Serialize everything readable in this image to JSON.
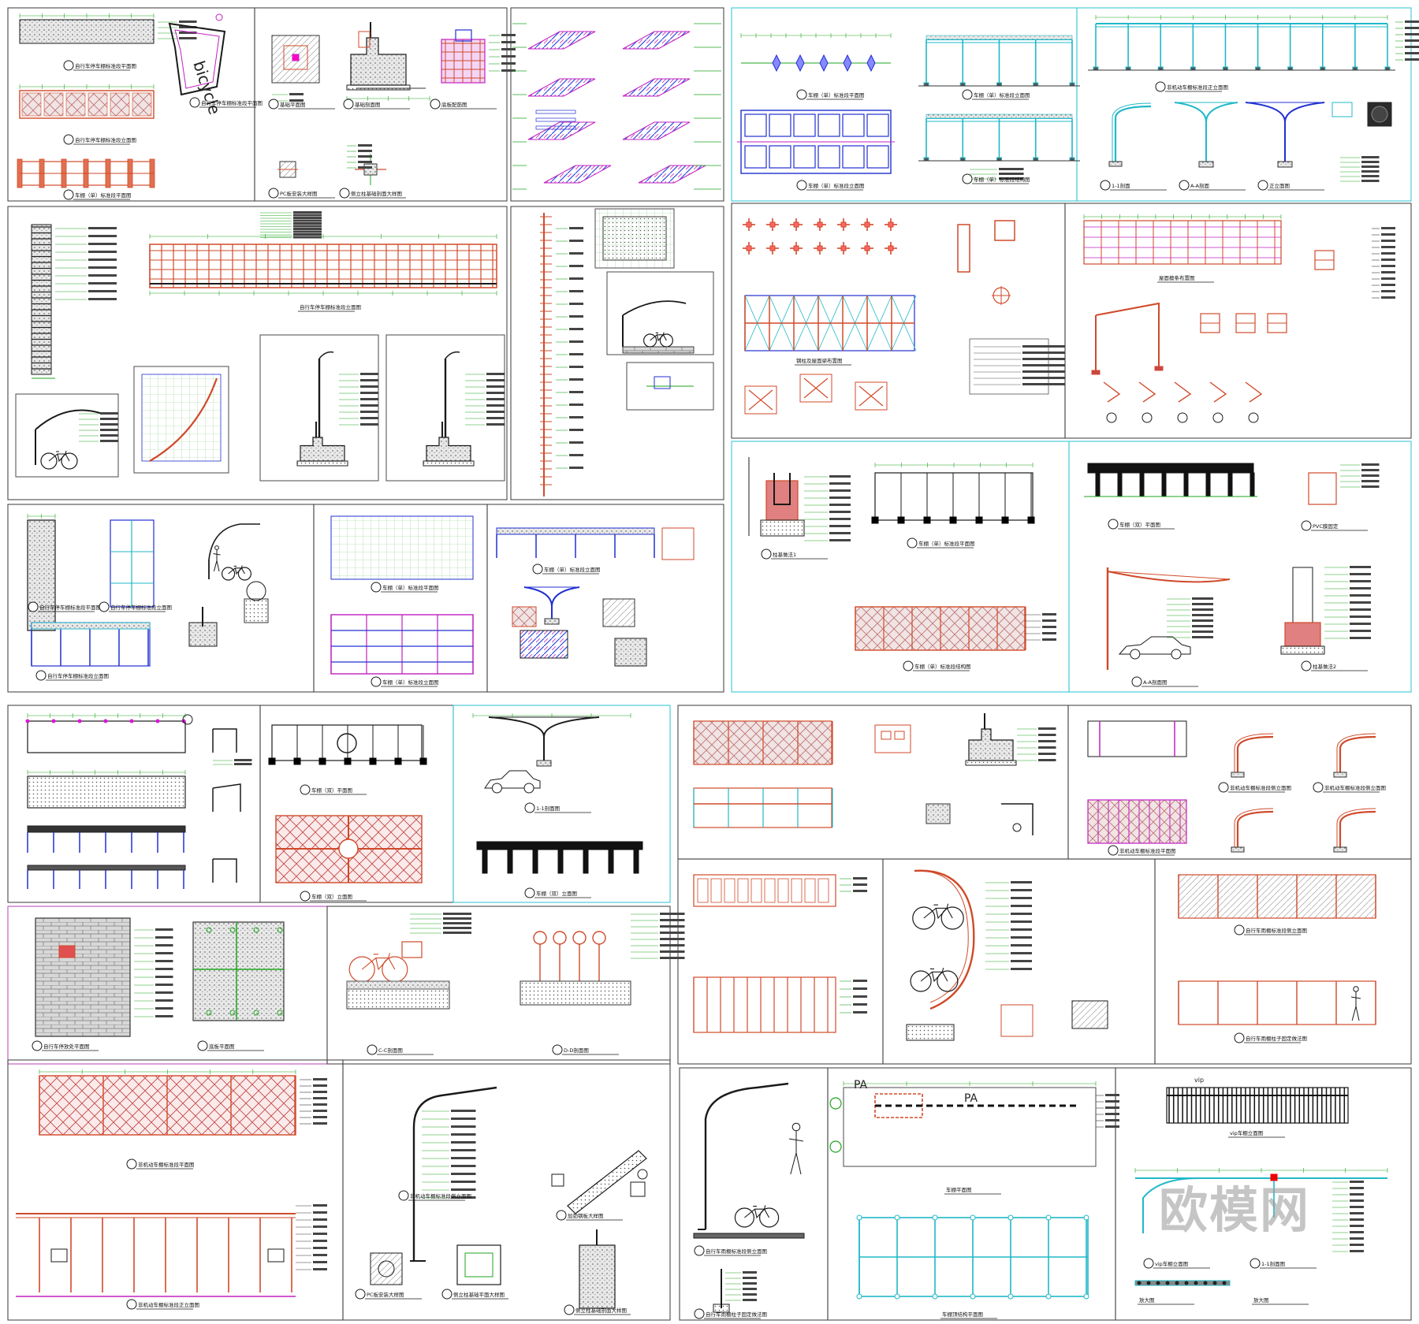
{
  "sheet": {
    "watermark": "欧模网",
    "bicycle_sign": "bicycle",
    "vip_label": "vip",
    "grid_labels": [
      "PA",
      "PA"
    ]
  },
  "captions": [
    "自行车停车棚标准段平面图",
    "自行车停车棚标准段立面图",
    "车棚（单）标准段平面图",
    "车棚（单）标准段立面图",
    "车棚（单）标准段结构图",
    "车棚（双）平面图",
    "车棚（双）立面图",
    "柱基做法1",
    "柱基做法2",
    "A-A剖面图",
    "1-1剖面图",
    "C-C剖面图",
    "D-D剖面图",
    "PVC膜固定",
    "自行车停放处平面图",
    "底板平面图",
    "非机动车棚标准段平面图",
    "非机动车棚标准段正立面图",
    "非机动车棚标准段侧立面图",
    "自行车雨棚标准段侧立面图",
    "自行车雨棚柱子固定做法图",
    "车棚平面图",
    "车棚顶结构平面图",
    "vip车棚立面图",
    "钢柱及屋面梁布置图",
    "屋面檩条布置图",
    "基础平面图",
    "基础剖面图",
    "底板配筋图",
    "侧立柱基础平面大样图",
    "侧立柱基础剖面大样图",
    "加劲钢板大样图",
    "PC板安装大样图",
    "1-1剖面",
    "A-A剖面",
    "正立面图",
    "放大图"
  ],
  "colors": {
    "frame": "#4a4a4a",
    "frame_cyan": "#3cc8d8",
    "frame_magenta": "#c050c0",
    "cad_red": "#d04a2a",
    "cad_green": "#1fa51f",
    "cad_cyan": "#20b8c8",
    "cad_blue": "#2030d0",
    "cad_magenta": "#c020c0",
    "hatch_grey": "#9a9a9a",
    "dark": "#1a1a1a"
  }
}
